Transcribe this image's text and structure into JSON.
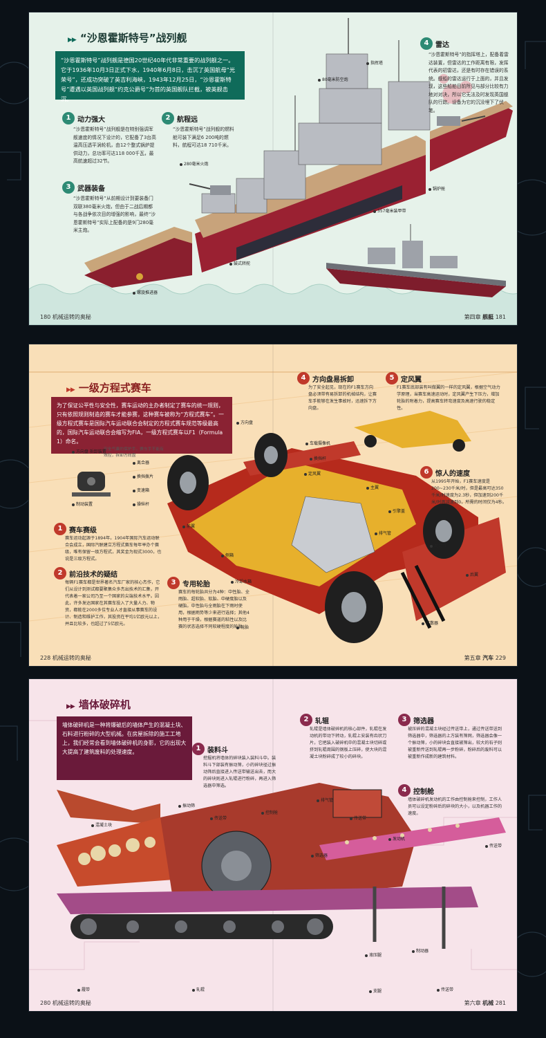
{
  "spread1": {
    "title": "“沙恩霍斯特号”战列舰",
    "intro": "“沙恩霍斯特号”战列舰是德国20世纪40年代非常重要的战列舰之一。它于1936年10月3日正式下水，1940年6月8日，击沉了英国航母“光荣号”，还成功突破了英吉利海峡，1943年12月25日，“沙恩霍斯特号”遭遇以英国战列舰“约克公爵号”为首的英国舰队拦截，被英舰击沉。",
    "sections": [
      {
        "num": "1",
        "title": "动力强大",
        "text": "“沙恩霍斯特号”战列舰是在特别强调军舰速度的情况下设计的，它配备了3台高温高压透平涡轮机，由12个整式锅炉提供动力，总功率可达118 000千瓦，最高航速超过32节。"
      },
      {
        "num": "2",
        "title": "航程远",
        "text": "“沙恩霍斯特号”战列舰的燃料舱可装下满足6 200吨的燃料，航程可达18 710千米。"
      },
      {
        "num": "3",
        "title": "武器装备",
        "text": "“沙恩霍斯特号”从前期设计到要装备门双联380毫米火炮，但由于二战后期都与各战争依次目的增强的影响，最终“沙恩霍斯特号”实际上配备的是9门280毫米主炮。"
      },
      {
        "num": "4",
        "title": "雷达",
        "text": "“沙恩霍斯特号”的指挥塔上，配备着雷达装置，但雷达的工作距离有限，发挥代表的初雷达，还是有时存在错误的系统。舰船的雷达运行于上面的，并且发现，这些船舶目前所见与部分比较有力地对对决，所以它无法及时发现英国舰队的行踪。设备为它的沉没埋下了伏笔。"
      }
    ],
    "labels": [
      "指挥塔",
      "80毫米防空炮",
      "280毫米火炮",
      "锅炉舱",
      "357毫米装甲带",
      "鼓式转舵",
      "螺旋推进器"
    ],
    "footer_left_num": "180",
    "footer_left_text": "机械运转的奥秘",
    "footer_right_text": "第四章",
    "footer_right_bold": "舰艇",
    "footer_right_num": "181"
  },
  "spread2": {
    "title": "一级方程式赛车",
    "intro": "为了保证公平性与安全性，赛车运动的主办者制定了赛车的统一规则，只有依照规则制造的赛车才能参赛，这种赛车被称为“方程式赛车”。一级方程式赛车是国际汽车运动联合会制定的方程式赛车规范等级最高的，国际汽车运动联合会缩写为FIA，一级方程式赛车以F1（Formula 1）命名。",
    "sections": [
      {
        "num": "1",
        "title": "赛车赛级",
        "text": "赛车运动起源于1894年。1904年国际汽车运动联合会成立，国际汽联建立方程式赛车每年举办个赛级，唯有保留一级方程式，其奖金为现式3000，也说是三级方程式。"
      },
      {
        "num": "2",
        "title": "前沿技术的疑结",
        "text": "每辆F1赛车都是世界著名汽车厂家的核心杰作，它们从设计到测试都要聚集众多杰出技术的汇集，开代表着一家公司乃至一个国家的尖端技术水平。因此，许多发达国家在其赛车投入了大量人力、物资，都能在2000多位专业人才直接从事赛车的设计、制造和维护工作，其投资在平均1亿欧元以上，并且比较多，也超过了5亿欧元。"
      },
      {
        "num": "3",
        "title": "专用轮胎",
        "text": "赛车的每轮胎共分为4种：中性胎、全雨胎、超软胎、软胎、中硬度胎以及硬胎。中性胎与全雨胎在下雨时使用，根据雨势等少来进行选择；其他4种用于干燥，根据赛道的粘性以及比赛的状态选择不同软硬程度的轮胎。"
      },
      {
        "num": "4",
        "title": "方向盘易拆卸",
        "text": "为了安全起见，现在的F1赛车方向盘必须带有易拆卸的机械结构，让赛车手能够在发生事故时，迅速拆下方向盘。"
      },
      {
        "num": "5",
        "title": "定风翼",
        "text": "F1赛车底部装有叫做翼的一样的定风翼，根据空气动力学原理，当赛车高速运动时，定风翼产生下压力，增加轮胎的附着力，提高赛车转弯速度及高速行驶的稳定性。"
      },
      {
        "num": "6",
        "title": "惊人的速度",
        "text": "从1995年开始，F1赛车速度是200~230千米/时，但是最高可达350千米/时速度为2.3秒，但加速到200千米/时再减速到0，所需的时间仅为4秒。"
      }
    ],
    "labels": [
      "方向盘",
      "车载摄像机",
      "换挡杆",
      "方向盘\n拆卸装置",
      "定风翼",
      "主翼",
      "引擎盖",
      "侧箱",
      "前翼",
      "排气管",
      "发动机",
      "变速箱",
      "冷却水箱",
      "后翼",
      "扩散器",
      "轮胎",
      "操纵杆",
      "换挡拨片",
      "离合器",
      "制动装置"
    ],
    "note": "安全气囊的保护手，赛车手不能有效控，拆卸方向盘",
    "footer_left_num": "228",
    "footer_left_text": "机械运转的奥秘",
    "footer_right_text": "第五章",
    "footer_right_bold": "汽车",
    "footer_right_num": "229"
  },
  "spread3": {
    "title": "墙体破碎机",
    "intro": "墙体破碎机是一种将爆破后的墙体产生的混凝土块、石料进行粉碎的大型机械。在房屋拆除的施工工地上，我们经常会看到墙体破碎机的身影，它的出现大大提高了建筑废料的处理速度。",
    "sections": [
      {
        "num": "1",
        "title": "装料斗",
        "text": "挖掘机将墙体的碎块装入装料斗中。装料斗下部装有振动筛，小的碎块径过振动筛后直接进入传送带输送出去，而大的碎块则进入轧辊进行粉碎，再进入筛选器中筛选。"
      },
      {
        "num": "2",
        "title": "轧辊",
        "text": "轧辊是墙体破碎机的核心部件，轧辊在发动机的带动下转动，轧辊上安装有齿状刀片，它把装入破碎机中的混凝土块切碎或挤到轧辊周围的钢板上压碎，使大块的混凝土块粉碎成了较小的碎块。"
      },
      {
        "num": "3",
        "title": "筛选器",
        "text": "被压碎的混凝土块经过传送带上，通过传送带送到筛选器中，筛选器的上方装有筛网，筛选器会像一个振动筛，小的碎块会直接被筛出，较大的石子则被重新传送到轧辊再一步粉碎，粉碎后的废料可以被重新作成新的建筑材料。"
      },
      {
        "num": "4",
        "title": "控制舱",
        "text": "墙体破碎机发动机的工作由控制舱来控制，工作人员可以设定粉碎后的碎块的大小，以及机器工作的速度。"
      }
    ],
    "labels": [
      "混凝土块",
      "振动筛",
      "传送带",
      "控制舱",
      "排气管",
      "传送带",
      "传送带",
      "发动机",
      "履带",
      "轧辊",
      "液压腿",
      "制动器",
      "支腿",
      "传送带",
      "筛选器"
    ],
    "footer_left_num": "280",
    "footer_left_text": "机械运转的奥秘",
    "footer_right_text": "第六章",
    "footer_right_bold": "机械",
    "footer_right_num": "281"
  },
  "colors": {
    "teal": "#0f6b5a",
    "maroon": "#7b1f3f",
    "wine": "#6a1a3a",
    "orange": "#d4571a"
  }
}
